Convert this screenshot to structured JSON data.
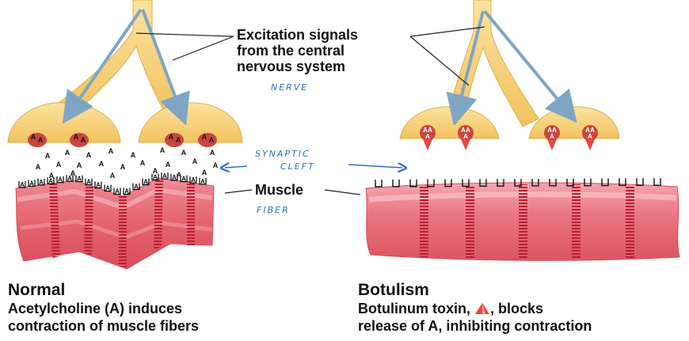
{
  "labels": {
    "excitation_line1": "Excitation signals",
    "excitation_line2": "from the central",
    "excitation_line3": "nervous system",
    "muscle": "Muscle",
    "acetylcholine_symbol": "A"
  },
  "handwritten": {
    "nerve": "NERVE",
    "synaptic": "SYNAPTIC",
    "cleft": "CLEFT",
    "fiber": "FIBER"
  },
  "captions": {
    "normal_title": "Normal",
    "normal_line1": "Acetylcholine (A) induces",
    "normal_line2": "contraction of muscle fibers",
    "botulism_title": "Botulism",
    "botulism_line1_pre": "Botulinum toxin,",
    "botulism_line1_post": ", blocks",
    "botulism_line2": "release of A, inhibiting contraction"
  },
  "colors": {
    "nerve_fill": "#f7d27a",
    "nerve_highlight": "#fbe6a8",
    "signal_arrow": "#7ea6c4",
    "muscle_base": "#e4636e",
    "muscle_light": "#f2a3aa",
    "muscle_band": "#c2283b",
    "toxin": "#e8463f",
    "handwriting": "#2f6fc0"
  }
}
